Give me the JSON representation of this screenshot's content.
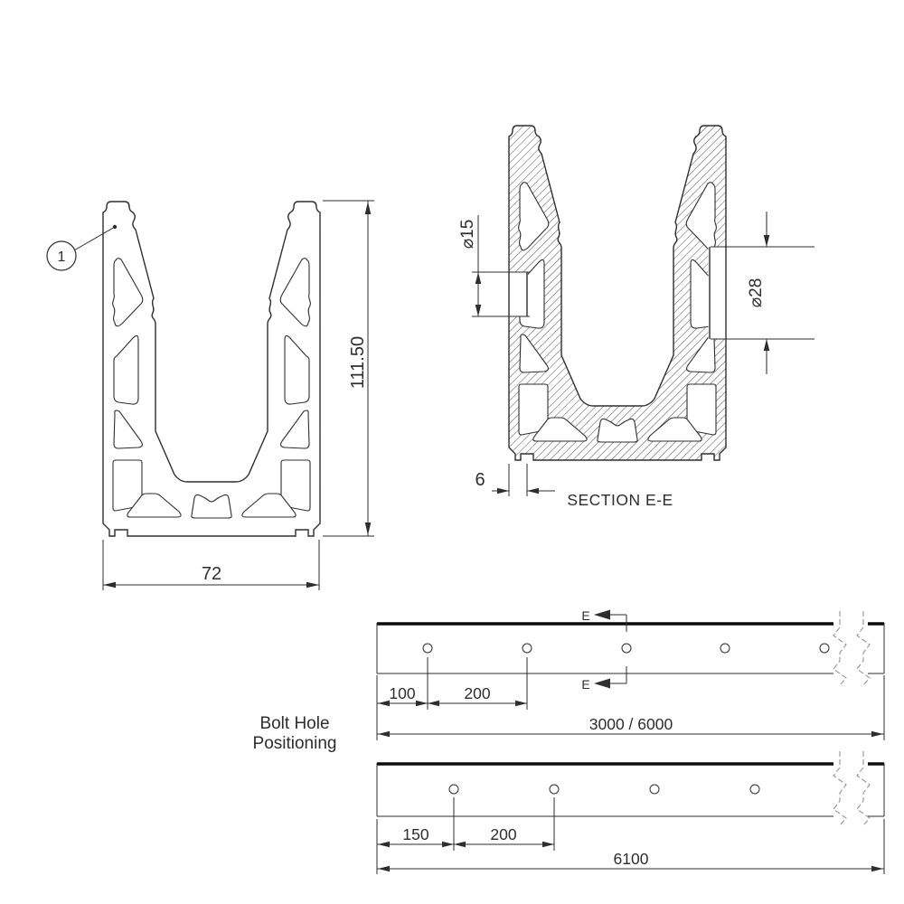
{
  "profile_view": {
    "balloon_label": "1",
    "height_dim": "111.50",
    "width_dim": "72"
  },
  "section_view": {
    "small_hole_dim": "⌀15",
    "large_hole_dim": "⌀28",
    "wall_thickness_dim": "6",
    "label": "SECTION E-E"
  },
  "bolt_hole_layout": {
    "title_line1": "Bolt Hole",
    "title_line2": "Positioning",
    "cut_marker": "E",
    "strip_3000": {
      "edge_dim": "100",
      "pitch_dim": "200",
      "total_dim": "3000 / 6000"
    },
    "strip_6100": {
      "edge_dim": "150",
      "pitch_dim": "200",
      "total_dim": "6100"
    }
  },
  "colors": {
    "line": "#2e2e2e",
    "thick_edge": "#0c0c0c",
    "background": "#ffffff"
  }
}
